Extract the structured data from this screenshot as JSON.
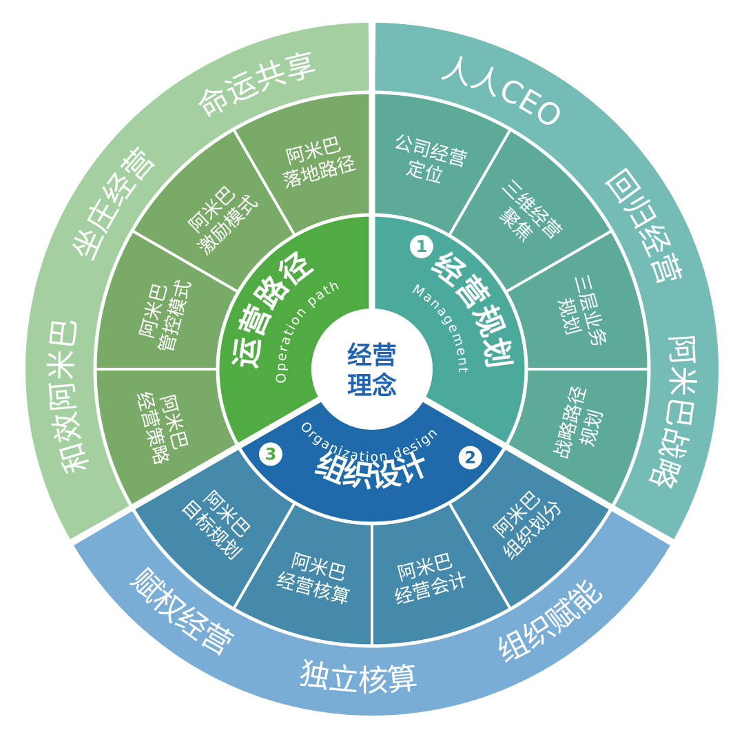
{
  "center": {
    "lines": [
      "经营",
      "理念"
    ]
  },
  "sectors": [
    {
      "key": "management",
      "number": "1",
      "title": "经营规划",
      "english": "Management",
      "colors": {
        "outer": "#74bcb5",
        "mid": "#5eaa98",
        "inner": "#4baa9c"
      },
      "outer_phrases": [
        "人人CEO",
        "回归经营",
        "阿米巴战略"
      ],
      "items": [
        {
          "lines": [
            "公司经营",
            "定位"
          ]
        },
        {
          "lines": [
            "三维经营",
            "聚焦"
          ]
        },
        {
          "lines": [
            "三层业务",
            "规划"
          ]
        },
        {
          "lines": [
            "战略路径",
            "规划"
          ]
        }
      ]
    },
    {
      "key": "organization",
      "number": "2",
      "title": "组织设计",
      "english": "Organization designs",
      "colors": {
        "outer": "#7aadd5",
        "mid": "#468aab",
        "inner": "#1e6aaa"
      },
      "outer_phrases": [
        "组织赋能",
        "独立核算",
        "赋权经营"
      ],
      "items": [
        {
          "lines": [
            "阿米巴",
            "组织划分"
          ]
        },
        {
          "lines": [
            "阿米巴",
            "经营会计"
          ]
        },
        {
          "lines": [
            "阿米巴",
            "经营核算"
          ]
        },
        {
          "lines": [
            "阿米巴",
            "目标规划"
          ]
        }
      ]
    },
    {
      "key": "operation",
      "number": "3",
      "title": "运营路径",
      "english": "Operation path",
      "colors": {
        "outer": "#a4d0a1",
        "mid": "#7aaa68",
        "inner": "#50ab43"
      },
      "outer_phrases": [
        "和效阿米巴",
        "坐庄经营",
        "命运共享"
      ],
      "items": [
        {
          "lines": [
            "阿米巴",
            "经营策略"
          ]
        },
        {
          "lines": [
            "阿米巴",
            "管控模式"
          ]
        },
        {
          "lines": [
            "阿米巴",
            "激励模式"
          ]
        },
        {
          "lines": [
            "阿米巴",
            "落地路径"
          ]
        }
      ]
    }
  ]
}
